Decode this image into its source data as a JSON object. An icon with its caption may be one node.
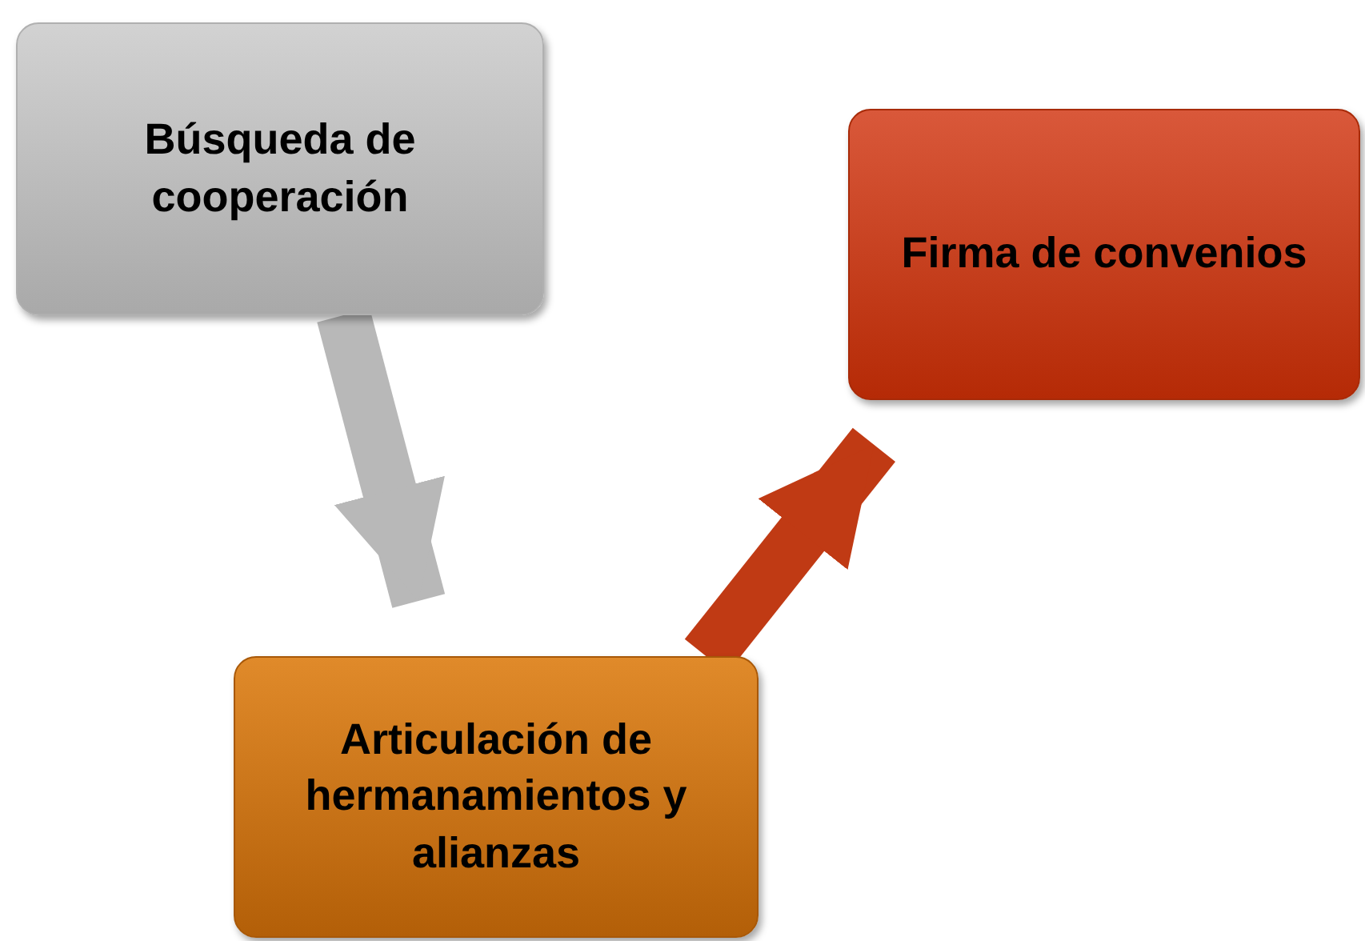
{
  "diagram": {
    "nodes": [
      {
        "text": [
          "Búsqueda de cooperación"
        ]
      },
      {
        "text": [
          "Firma de convenios"
        ]
      },
      {
        "text": [
          "Articulación de hermanamientos y alianzas"
        ]
      }
    ],
    "edges": [
      {
        "from": 0,
        "to": 2,
        "arrow": "to",
        "color": "#b8b8b8"
      },
      {
        "from": 2,
        "to": 1,
        "arrow": "to",
        "color": "#c03a14"
      }
    ]
  }
}
